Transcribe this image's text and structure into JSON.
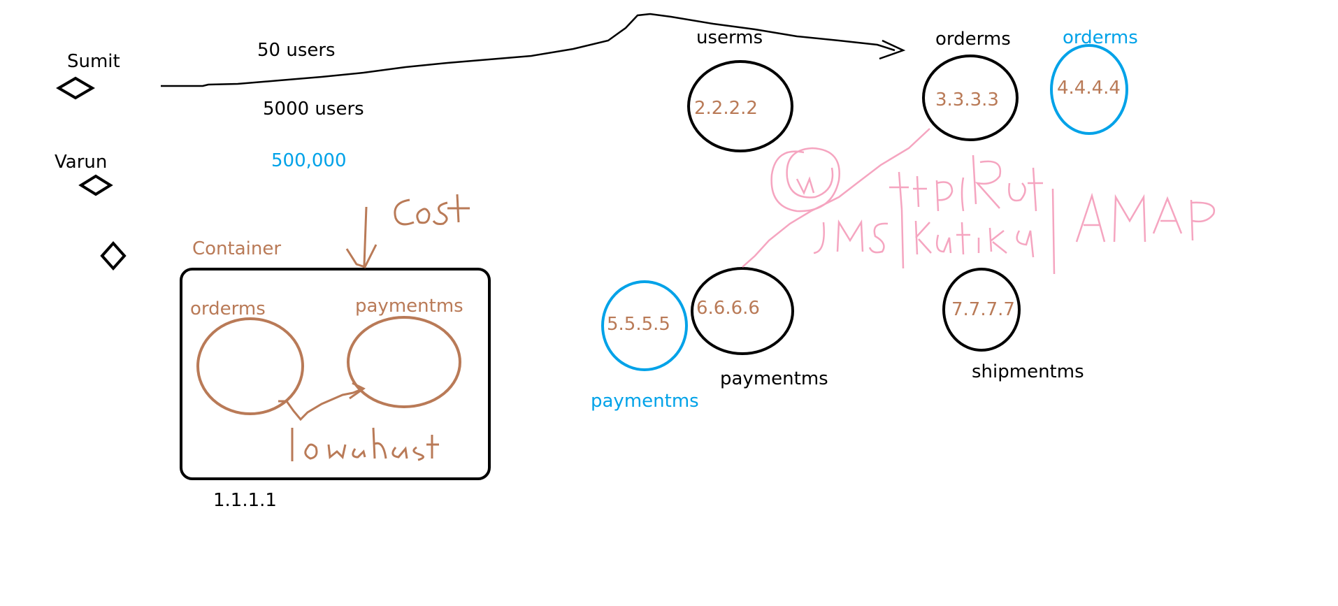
{
  "colors": {
    "black": "#000000",
    "blue": "#00a2e8",
    "brown": "#b97a57",
    "pink": "#f5a5c0",
    "background": "#ffffff"
  },
  "users": {
    "sumit": "Sumit",
    "varun": "Varun"
  },
  "load": {
    "fifty": "50 users",
    "five_thousand": "5000 users",
    "half_million": "500,000"
  },
  "container": {
    "label": "Container",
    "ip": "1.1.1.1",
    "inner": {
      "orderms": "orderms",
      "paymentms": "paymentms"
    }
  },
  "services": {
    "userms": {
      "name": "userms",
      "ip": "2.2.2.2"
    },
    "orderms": {
      "name": "orderms",
      "ip": "3.3.3.3"
    },
    "orderms_replica": {
      "name": "orderms",
      "ip": "4.4.4.4"
    },
    "paymentms_replica": {
      "name": "paymentms",
      "ip": "5.5.5.5"
    },
    "paymentms": {
      "name": "paymentms",
      "ip": "6.6.6.6"
    },
    "shipmentms": {
      "name": "shipmentms",
      "ip": "7.7.7.7"
    }
  },
  "icons": {
    "user_marker": "diamond-icon",
    "flow_arrow": "arrow-icon"
  }
}
